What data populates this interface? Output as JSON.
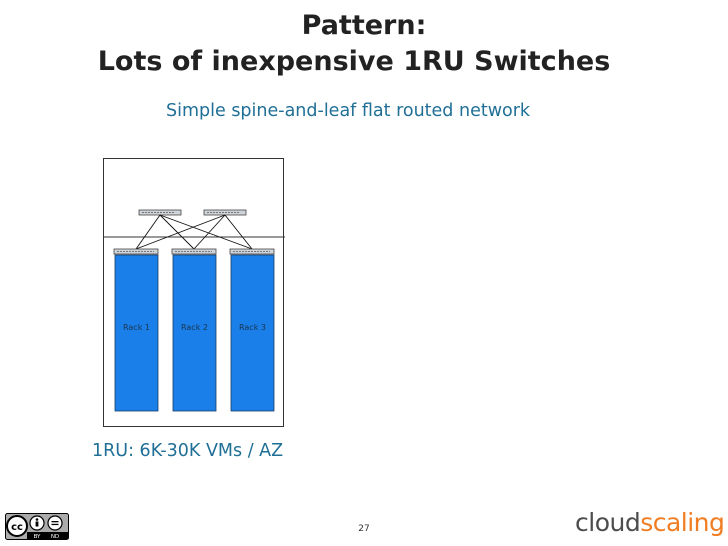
{
  "slide": {
    "title_line1": "Pattern:",
    "title_line2": "Lots of inexpensive 1RU Switches",
    "subtitle": "Simple spine-and-leaf flat routed network",
    "caption": "1RU: 6K-30K VMs / AZ",
    "page_number": "27"
  },
  "diagram": {
    "racks": [
      {
        "label": "Rack 1"
      },
      {
        "label": "Rack 2"
      },
      {
        "label": "Rack 3"
      }
    ],
    "rack_color": "#1a7fe8"
  },
  "footer": {
    "license_badge": {
      "by": "BY",
      "nd": "ND",
      "icon": "creative-commons-icon"
    },
    "logo_part1": "cloud",
    "logo_part2": "scaling",
    "logo_color_1": "#4d4d4d",
    "logo_color_2": "#f07d22"
  }
}
